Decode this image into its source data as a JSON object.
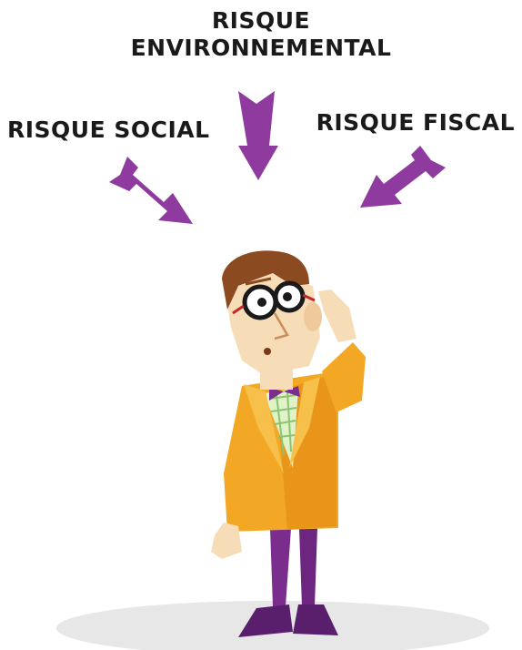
{
  "labels": {
    "environment_line1": "RISQUE",
    "environment_line2": "ENVIRONNEMENTAL",
    "social": "RISQUE SOCIAL",
    "fiscal": "RISQUE FISCAL"
  },
  "colors": {
    "arrow": "#8e3a9e",
    "jacket": "#f2a825",
    "skin": "#f6dcb7",
    "hair": "#8b4a1f",
    "trousers": "#7a2d8c",
    "shadow": "#e7e7e7"
  },
  "icons": {
    "arrows": "downward-arrow-icon",
    "character": "confused-man-illustration"
  }
}
